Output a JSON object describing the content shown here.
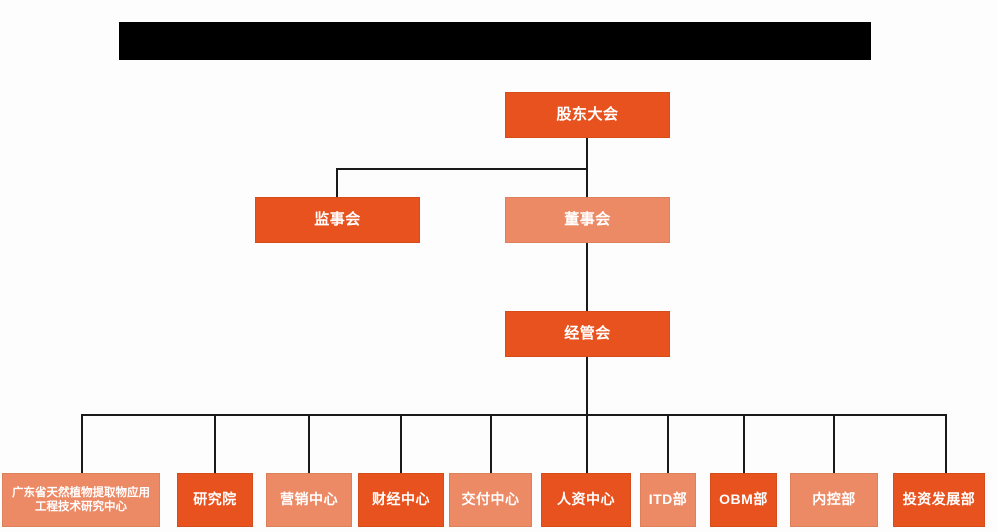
{
  "page": {
    "background_color": "#FDFDFD",
    "primary_color": "#E8521E",
    "secondary_color": "#ED8A66",
    "line_color": "#1a1a1a",
    "text_color": "#FFFFFF"
  },
  "redaction_bar": {
    "label": "",
    "color": "#000000"
  },
  "chart_data": {
    "type": "diagram",
    "title": "",
    "levels": [
      {
        "level": 1,
        "nodes": [
          {
            "id": "shareholders",
            "label": "股东大会",
            "color": "#E8521E",
            "style": "primary"
          }
        ]
      },
      {
        "level": 2,
        "nodes": [
          {
            "id": "supervisors",
            "label": "监事会",
            "color": "#E8521E",
            "style": "primary"
          },
          {
            "id": "directors",
            "label": "董事会",
            "color": "#ED8A66",
            "style": "secondary"
          }
        ]
      },
      {
        "level": 3,
        "nodes": [
          {
            "id": "management",
            "label": "经管会",
            "color": "#E8521E",
            "style": "primary"
          }
        ]
      },
      {
        "level": 4,
        "nodes": [
          {
            "id": "eng-center",
            "label": "广东省天然植物提取物应用工程技术研究中心",
            "line1": "广东省天然植物提取物应",
            "line2": "用工程技术研究中心",
            "color": "#ED8A66",
            "style": "secondary"
          },
          {
            "id": "research-institute",
            "label": "研究院",
            "color": "#E8521E",
            "style": "primary"
          },
          {
            "id": "marketing-center",
            "label": "营销中心",
            "color": "#ED8A66",
            "style": "secondary"
          },
          {
            "id": "finance-center",
            "label": "财经中心",
            "color": "#E8521E",
            "style": "primary"
          },
          {
            "id": "delivery-center",
            "label": "交付中心",
            "color": "#ED8A66",
            "style": "secondary"
          },
          {
            "id": "hr-center",
            "label": "人资中心",
            "color": "#E8521E",
            "style": "primary"
          },
          {
            "id": "itd-dept",
            "label": "ITD部",
            "color": "#ED8A66",
            "style": "secondary"
          },
          {
            "id": "obm-dept",
            "label": "OBM部",
            "color": "#E8521E",
            "style": "primary"
          },
          {
            "id": "internal-control-dept",
            "label": "内控部",
            "color": "#ED8A66",
            "style": "secondary"
          },
          {
            "id": "investment-dev-dept",
            "label": "投资发展部",
            "color": "#E8521E",
            "style": "primary"
          }
        ]
      }
    ],
    "edges": [
      {
        "from": "shareholders",
        "to": "supervisors"
      },
      {
        "from": "shareholders",
        "to": "directors"
      },
      {
        "from": "directors",
        "to": "management"
      },
      {
        "from": "management",
        "to": "eng-center"
      },
      {
        "from": "management",
        "to": "research-institute"
      },
      {
        "from": "management",
        "to": "marketing-center"
      },
      {
        "from": "management",
        "to": "finance-center"
      },
      {
        "from": "management",
        "to": "delivery-center"
      },
      {
        "from": "management",
        "to": "hr-center"
      },
      {
        "from": "management",
        "to": "itd-dept"
      },
      {
        "from": "management",
        "to": "obm-dept"
      },
      {
        "from": "management",
        "to": "internal-control-dept"
      },
      {
        "from": "management",
        "to": "investment-dev-dept"
      }
    ]
  }
}
